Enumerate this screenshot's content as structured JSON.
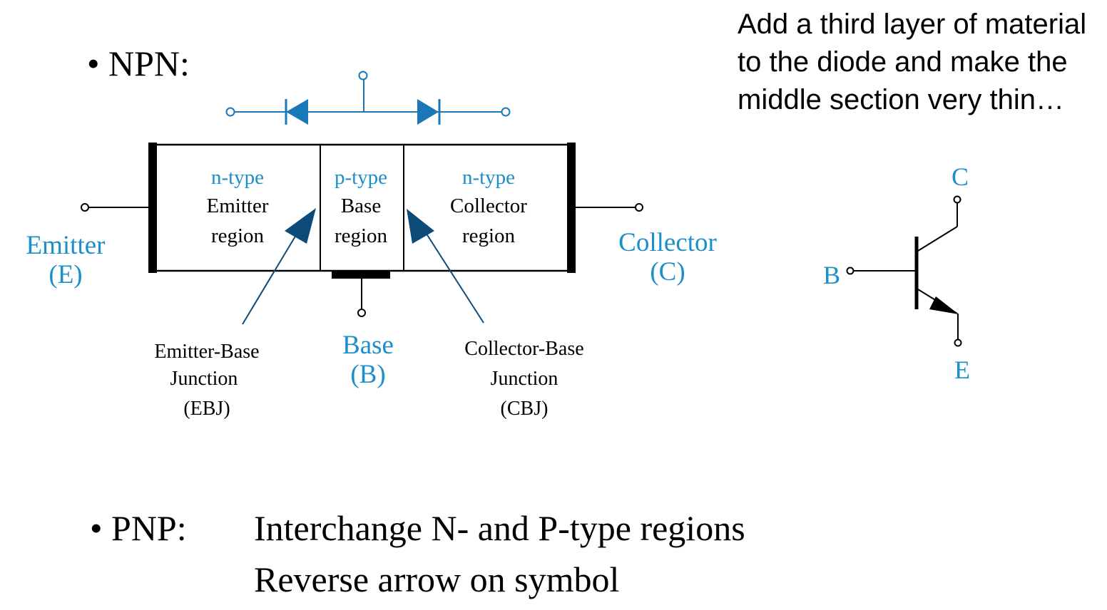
{
  "note": "Add a third layer of material to the diode and make the middle section very thin…",
  "npn": {
    "heading": "• NPN:"
  },
  "pnp": {
    "heading": "• PNP:",
    "lines": [
      "Interchange N- and P-type regions",
      "Reverse arrow on symbol"
    ]
  },
  "regions": [
    {
      "type": "n-type",
      "name_line1": "Emitter",
      "name_line2": "region"
    },
    {
      "type": "p-type",
      "name_line1": "Base",
      "name_line2": "region"
    },
    {
      "type": "n-type",
      "name_line1": "Collector",
      "name_line2": "region"
    }
  ],
  "terminals": {
    "emitter": {
      "name": "Emitter",
      "abbr": "(E)"
    },
    "base": {
      "name": "Base",
      "abbr": "(B)"
    },
    "collector": {
      "name": "Collector",
      "abbr": "(C)"
    }
  },
  "junctions": {
    "ebj": {
      "line1": "Emitter-Base",
      "line2": "Junction",
      "line3": "(EBJ)"
    },
    "cbj": {
      "line1": "Collector-Base",
      "line2": "Junction",
      "line3": "(CBJ)"
    }
  },
  "symbol": {
    "c": "C",
    "b": "B",
    "e": "E"
  },
  "colors": {
    "accent": "#1a8fc9",
    "diode": "#1a78b8",
    "arrow": "#0d4a78",
    "ink": "#000000"
  }
}
